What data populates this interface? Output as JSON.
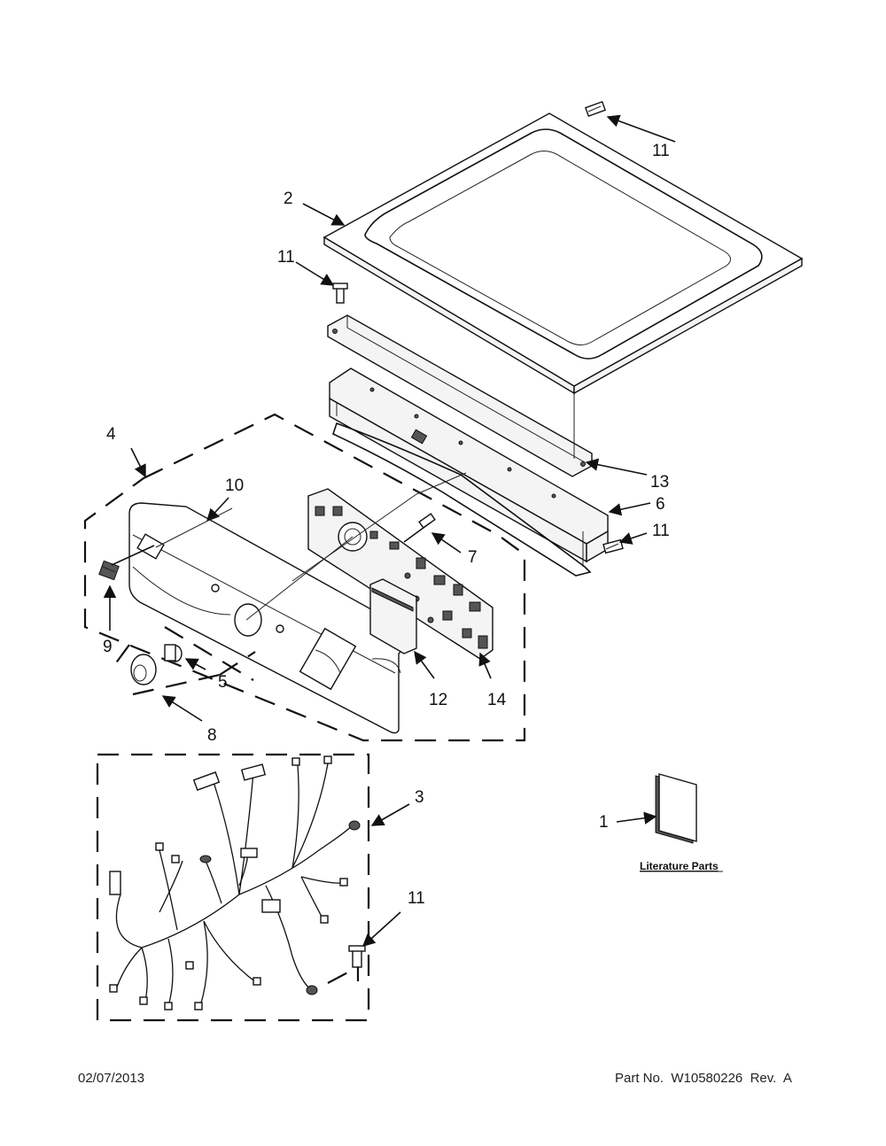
{
  "callouts": {
    "c1": "1",
    "c2": "2",
    "c3": "3",
    "c4": "4",
    "c5": "5",
    "c6": "6",
    "c7": "7",
    "c8": "8",
    "c9": "9",
    "c10": "10",
    "c11_top": "11",
    "c11_left": "11",
    "c11_right": "11",
    "c11_bottom": "11",
    "c12": "12",
    "c13": "13",
    "c14": "14"
  },
  "literature_label": "Literature Parts",
  "footer": {
    "date": "02/07/2013",
    "part_number": "Part No.  W10580226  Rev.  A"
  }
}
